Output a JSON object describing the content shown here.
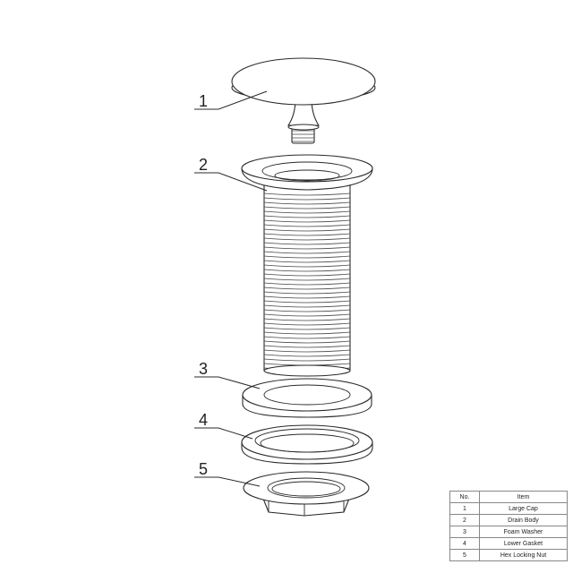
{
  "callouts": [
    "1",
    "2",
    "3",
    "4",
    "5"
  ],
  "table": {
    "headers": [
      "No.",
      "Item"
    ],
    "rows": [
      [
        "1",
        "Large Cap"
      ],
      [
        "2",
        "Drain Body"
      ],
      [
        "3",
        "Foam Washer"
      ],
      [
        "4",
        "Lower Gasket"
      ],
      [
        "5",
        "Hex Locking Nut"
      ]
    ]
  }
}
